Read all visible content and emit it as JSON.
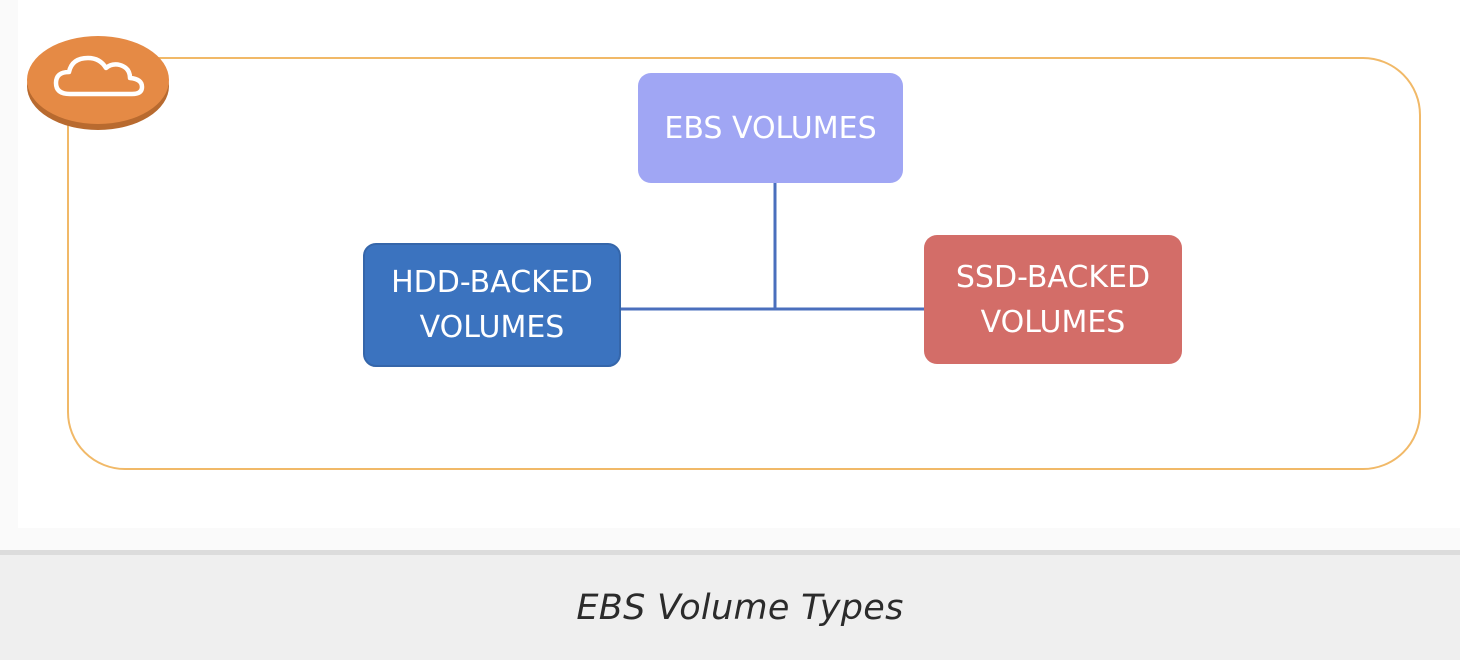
{
  "diagram": {
    "root": {
      "label": "EBS VOLUMES",
      "color": "#a0a6f4"
    },
    "children": [
      {
        "label": "HDD-BACKED\nVOLUMES",
        "color": "#3b73bf"
      },
      {
        "label": "SSD-BACKED\nVOLUMES",
        "color": "#d36d68"
      }
    ],
    "group_icon": "cloud-icon",
    "group_color": "#e58a45",
    "frame_color": "#f1b968",
    "connector_color": "#4a6fbd"
  },
  "caption": "EBS Volume Types"
}
